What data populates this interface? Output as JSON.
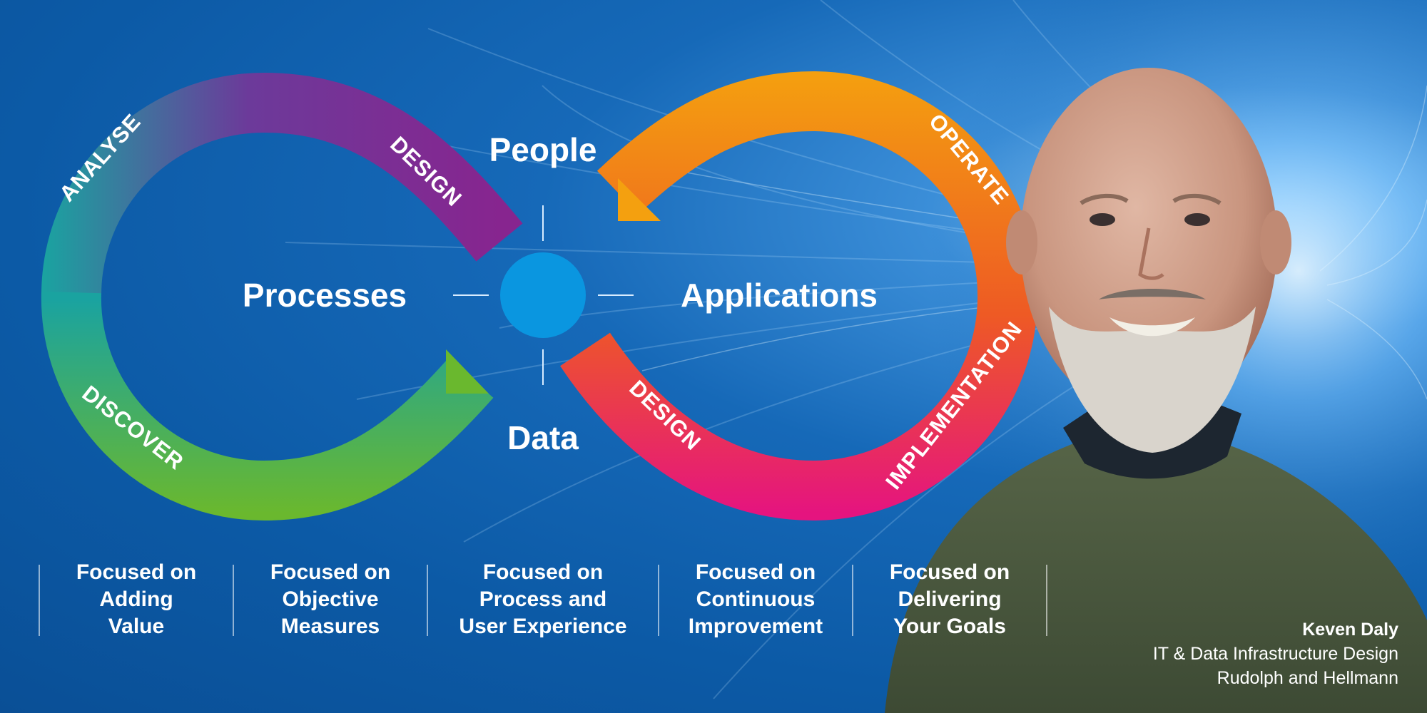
{
  "infinity": {
    "center_words": {
      "top": "People",
      "left": "Processes",
      "right": "Applications",
      "bottom": "Data"
    },
    "left_loop": {
      "upper_left": "ANALYSE",
      "upper_right": "DESIGN",
      "lower_left": "DISCOVER"
    },
    "right_loop": {
      "upper_right": "OPERATE",
      "lower_left": "DESIGN",
      "lower_right": "IMPLEMENTATION"
    }
  },
  "focus_items": [
    "Focused on\nAdding\nValue",
    "Focused on\nObjective\nMeasures",
    "Focused on\nProcess and\nUser Experience",
    "Focused on\nContinuous\nImprovement",
    "Focused on\nDelivering\nYour Goals"
  ],
  "credit": {
    "name": "Keven Daly",
    "title": "IT & Data Infrastructure Design",
    "company": "Rudolph and Hellmann"
  },
  "colors": {
    "background": "#0c5aa6",
    "hub": "#0a96e0",
    "teal": "#1aa3a0",
    "purple": "#87258f",
    "green": "#6ab82e",
    "orange": "#f4a00f",
    "magenta": "#e5147f"
  },
  "icons": [
    "person-photo"
  ]
}
